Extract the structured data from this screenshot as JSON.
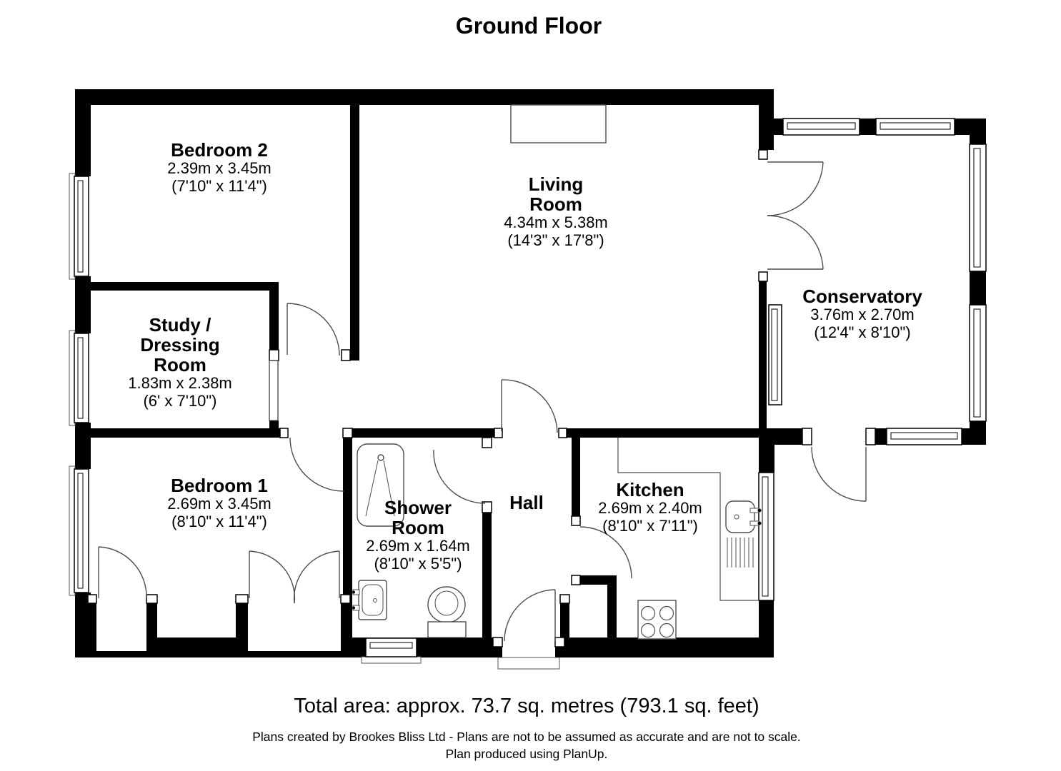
{
  "title": "Ground Floor",
  "rooms": [
    {
      "id": "bedroom-2",
      "name": "Bedroom 2",
      "metric": "2.39m x 3.45m",
      "imperial": "(7'10\" x 11'4\")"
    },
    {
      "id": "living-room",
      "name": "Living\nRoom",
      "metric": "4.34m x 5.38m",
      "imperial": "(14'3\" x 17'8\")"
    },
    {
      "id": "conservatory",
      "name": "Conservatory",
      "metric": "3.76m x 2.70m",
      "imperial": "(12'4\" x 8'10\")"
    },
    {
      "id": "study-dressing-room",
      "name": "Study /\nDressing\nRoom",
      "metric": "1.83m x 2.38m",
      "imperial": "(6' x 7'10\")"
    },
    {
      "id": "bedroom-1",
      "name": "Bedroom 1",
      "metric": "2.69m x 3.45m",
      "imperial": "(8'10\" x 11'4\")"
    },
    {
      "id": "shower-room",
      "name": "Shower\nRoom",
      "metric": "2.69m x 1.64m",
      "imperial": "(8'10\" x 5'5\")"
    },
    {
      "id": "hall",
      "name": "Hall",
      "metric": "",
      "imperial": ""
    },
    {
      "id": "kitchen",
      "name": "Kitchen",
      "metric": "2.69m x 2.40m",
      "imperial": "(8'10\" x 7'11\")"
    }
  ],
  "footer": {
    "total_area": "Total area: approx. 73.7 sq. metres (793.1 sq. feet)",
    "disclaimer": "Plans created by Brookes Bliss Ltd - Plans are not to be assumed as accurate and are not to scale.",
    "produced": "Plan produced using PlanUp."
  },
  "colors": {
    "wall": "#000000",
    "detail_line": "#4d4d4d"
  }
}
